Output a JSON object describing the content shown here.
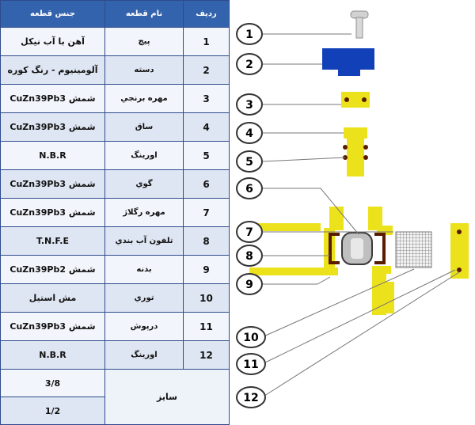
{
  "table": {
    "headers": {
      "row_no": "ردیف",
      "part_name": "نام قطعه",
      "material": "جنس قطعه"
    },
    "rows": [
      {
        "no": "1",
        "name": "پیچ",
        "material": "آهن با آب نیکل"
      },
      {
        "no": "2",
        "name": "دسته",
        "material": "آلومینیوم - رنگ کوره"
      },
      {
        "no": "3",
        "name": "مهره برنجي",
        "material": "شمش CuZn39Pb3"
      },
      {
        "no": "4",
        "name": "ساق",
        "material": "شمش CuZn39Pb3"
      },
      {
        "no": "5",
        "name": "اورینگ",
        "material": "N.B.R"
      },
      {
        "no": "6",
        "name": "گوي",
        "material": "شمش CuZn39Pb3"
      },
      {
        "no": "7",
        "name": "مهره رگلاژ",
        "material": "شمش CuZn39Pb3"
      },
      {
        "no": "8",
        "name": "تلفون آب بندي",
        "material": "T.N.F.E"
      },
      {
        "no": "9",
        "name": "بدنه",
        "material": "شمش CuZn39Pb2"
      },
      {
        "no": "10",
        "name": "توري",
        "material": "مش استیل"
      },
      {
        "no": "11",
        "name": "درپوش",
        "material": "شمش CuZn39Pb3"
      },
      {
        "no": "12",
        "name": "اورینگ",
        "material": "N.B.R"
      }
    ],
    "size": {
      "label": "سایز",
      "values": [
        "3/8",
        "1/2"
      ]
    }
  },
  "diagram": {
    "callouts": [
      "1",
      "2",
      "3",
      "4",
      "5",
      "6",
      "7",
      "8",
      "9",
      "10",
      "11",
      "12"
    ],
    "colors": {
      "brass": "#ece21c",
      "handle": "#1240b8",
      "seal": "#5a1c00",
      "screw": "#d2d2d2"
    }
  }
}
